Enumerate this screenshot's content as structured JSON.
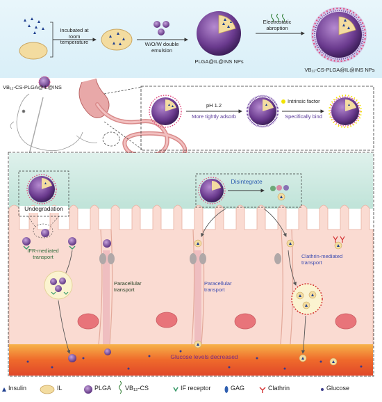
{
  "top": {
    "step1": "Incubated at room temperature",
    "step2": "W/O/W double emulsion",
    "np1": "PLGA@IL@INS NPs",
    "step3": "Electrostatic abroption",
    "np2": "VB₁₂-CS-PLGA@IL@INS NPs"
  },
  "mouse_label": "VB₁₂-CS-PLGA@IL@INS",
  "inset": {
    "ph": "pH 1.2",
    "adsorb": "More tightly adsorb",
    "intrinsic": "Intrinsic factor",
    "bind": "Specifically bind"
  },
  "intestine": {
    "undegradation": "Undegradation",
    "disintegrate": "Disintegrate",
    "ifr": "IFR-mediated transport",
    "para1": "Paracellular transport",
    "para2": "Paracellular transport",
    "clathrin": "Clathrin-mediated transport",
    "glucose": "Glucose levels decreased"
  },
  "legend": [
    "Insulin",
    "IL",
    "PLGA",
    "VB₁₂-CS",
    "IF receptor",
    "GAG",
    "Clathrin",
    "Glucose"
  ],
  "colors": {
    "insulin": "#1f3f8f",
    "il": "#f3dca0",
    "plga": "#8a5aa8",
    "vb12": "#2e7d32",
    "receptor": "#3a9a6a",
    "gag": "#2f5fb0",
    "clathrin": "#d32f2f",
    "glucose": "#3a3a8a"
  }
}
